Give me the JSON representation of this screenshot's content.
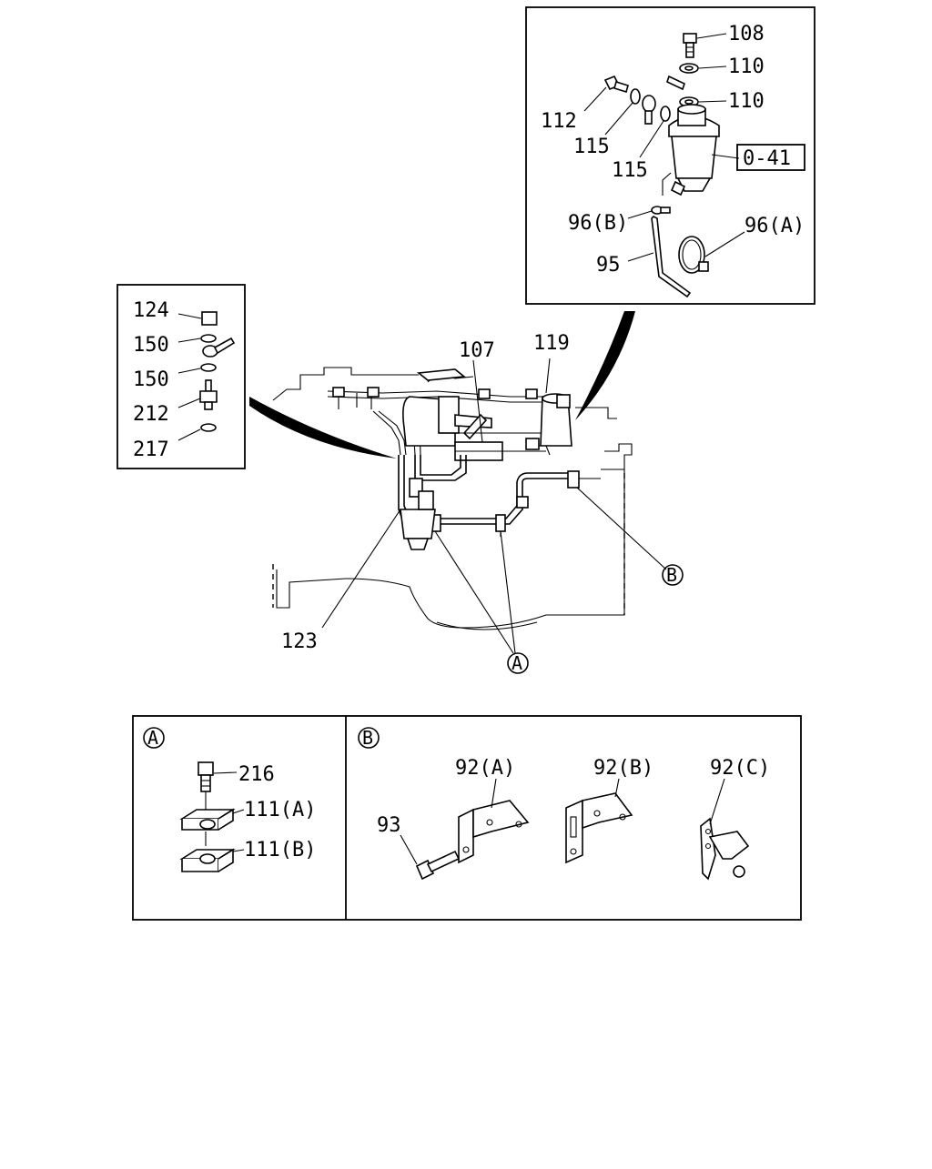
{
  "diagram": {
    "labels": {
      "p108": "108",
      "p110a": "110",
      "p110b": "110",
      "p112": "112",
      "p115a": "115",
      "p115b": "115",
      "ref_o41": "0-41",
      "p96b": "96(B)",
      "p96a": "96(A)",
      "p95": "95",
      "p124": "124",
      "p150a": "150",
      "p150b": "150",
      "p212": "212",
      "p217": "217",
      "p107": "107",
      "p119": "119",
      "p123": "123",
      "callout_a": "A",
      "callout_b": "B",
      "detail_a_tag": "A",
      "detail_b_tag": "B",
      "p216": "216",
      "p111a": "111(A)",
      "p111b": "111(B)",
      "p93": "93",
      "p92a": "92(A)",
      "p92b": "92(B)",
      "p92c": "92(C)"
    }
  }
}
